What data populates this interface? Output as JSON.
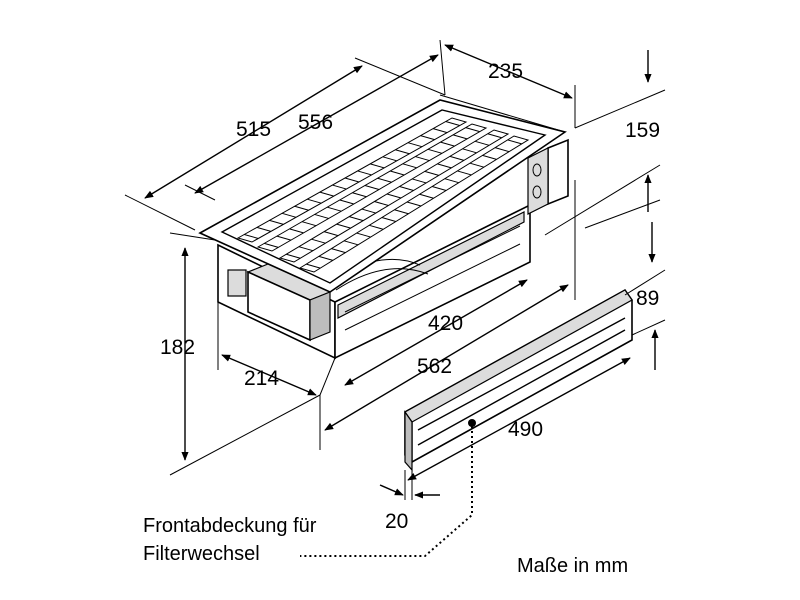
{
  "dimensions": {
    "d515": "515",
    "d556": "556",
    "d235": "235",
    "d159": "159",
    "d182": "182",
    "d214": "214",
    "d420": "420",
    "d562": "562",
    "d89": "89",
    "d490": "490",
    "d20": "20"
  },
  "caption": {
    "line1": "Frontabdeckung für",
    "line2": "Filterwechsel"
  },
  "units_note": "Maße in mm"
}
